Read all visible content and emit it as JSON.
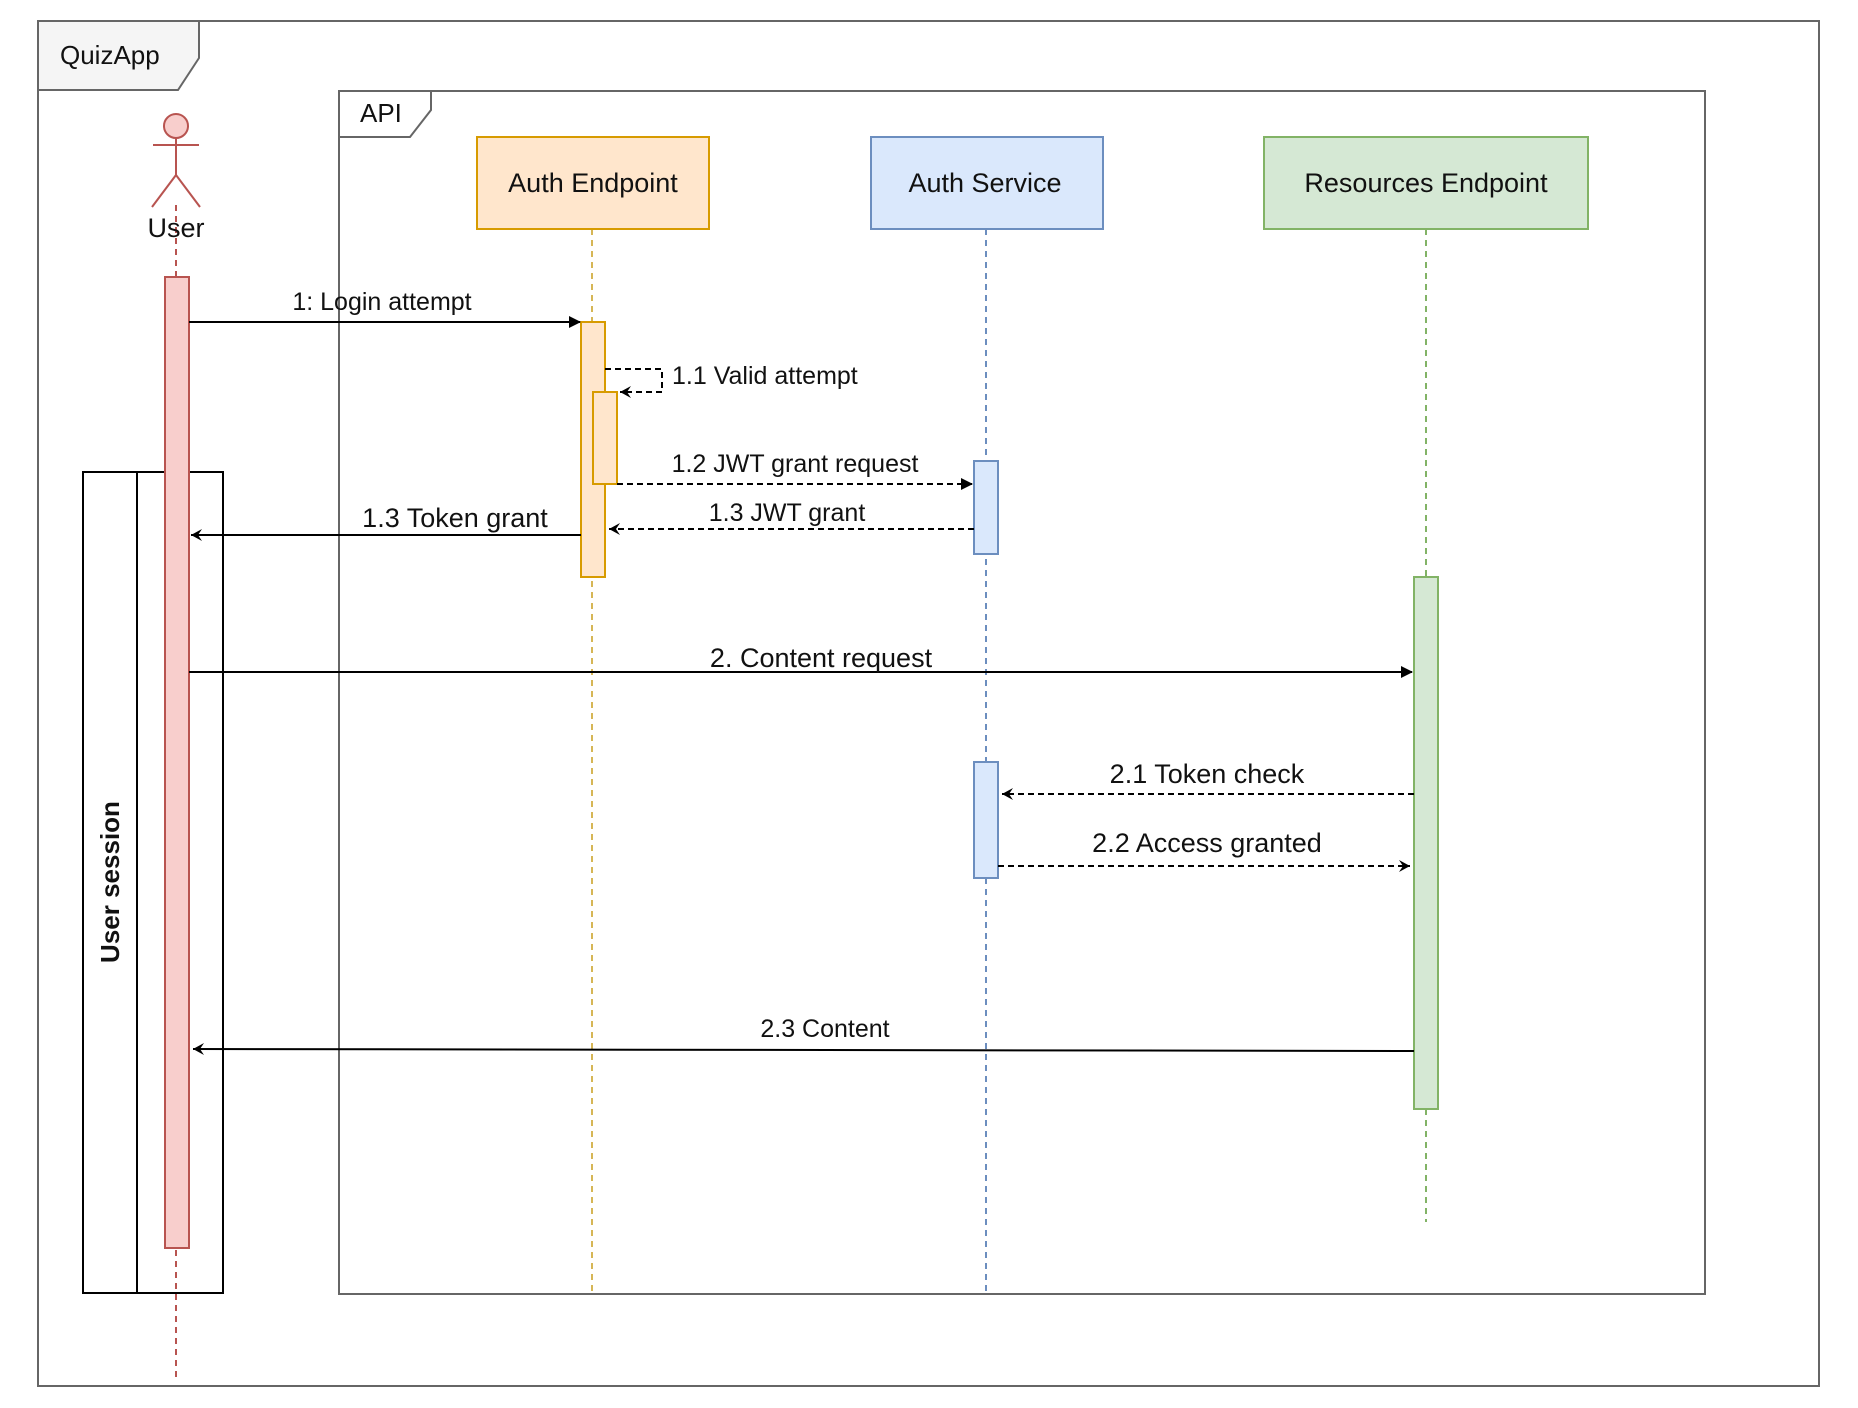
{
  "frames": {
    "outer_label": "QuizApp",
    "inner_label": "API"
  },
  "actor": {
    "label": "User"
  },
  "lifelines": {
    "auth_endpoint": "Auth Endpoint",
    "auth_service": "Auth Service",
    "resources_endpoint": "Resources Endpoint"
  },
  "session_label": "User session",
  "messages": {
    "m1": "1: Login attempt",
    "m1_1": "1.1 Valid attempt",
    "m1_2": "1.2 JWT grant request",
    "m1_3_jwt": "1.3 JWT grant",
    "m1_3_token": "1.3 Token grant",
    "m2": "2. Content request",
    "m2_1": "2.1 Token check",
    "m2_2": "2.2 Access granted",
    "m2_3": "2.3 Content"
  },
  "colors": {
    "frame": "#666666",
    "frame_tab_fill": "#f5f5f5",
    "actor": "#b85450",
    "actor_fill": "#f8cecc",
    "auth_endpoint_fill": "#ffe6cc",
    "auth_endpoint_stroke": "#d79b00",
    "auth_endpoint_lifeline": "#d6b656",
    "auth_service_fill": "#dae8fc",
    "auth_service_stroke": "#6c8ebf",
    "resources_fill": "#d5e8d4",
    "resources_stroke": "#82b366",
    "line": "#000000"
  }
}
